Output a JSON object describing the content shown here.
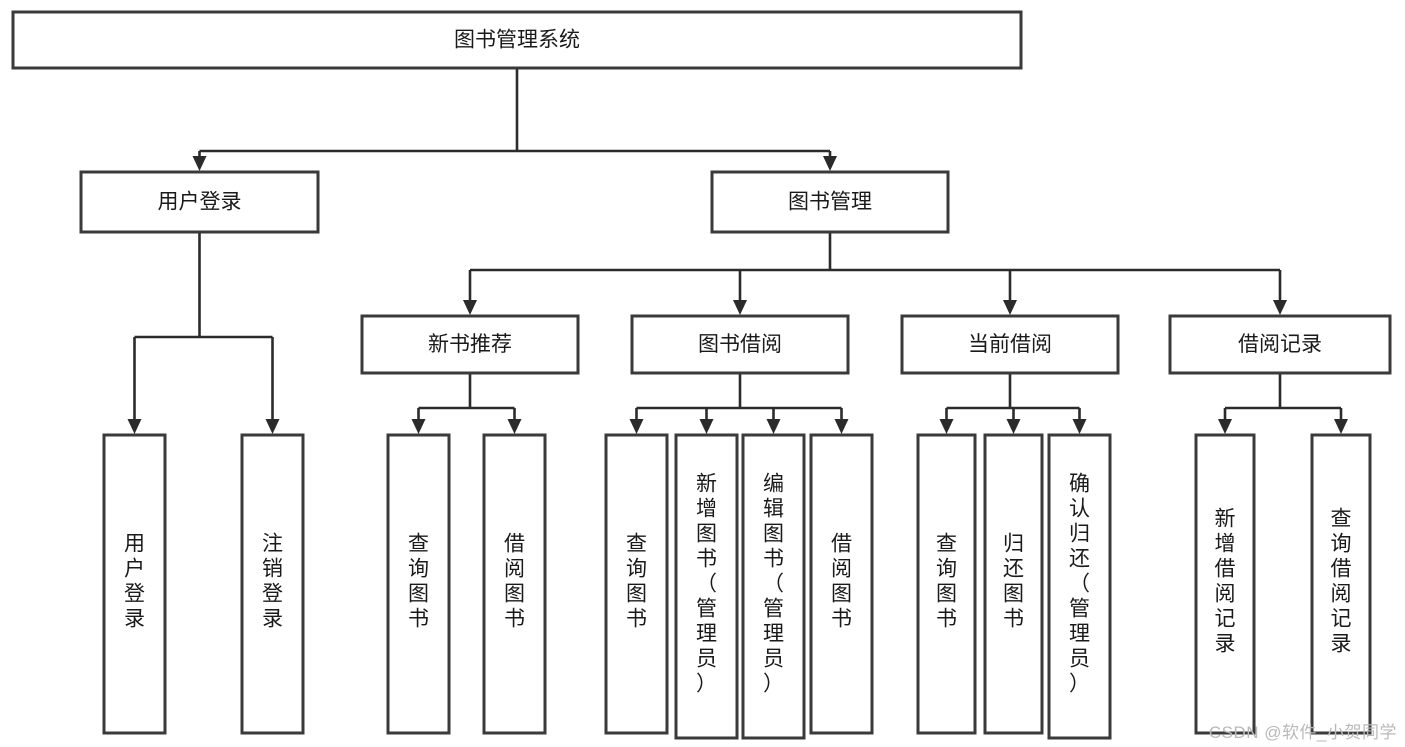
{
  "diagram": {
    "type": "tree",
    "title": "图书管理系统",
    "orientation": "top-down",
    "edge_style": "orthogonal-arrow",
    "colors": {
      "box_fill": "#ffffff",
      "box_stroke": "#3a3a3a",
      "connector": "#2b2b2b",
      "text": "#1a1a1a",
      "watermark": "#b9b9b9",
      "background": "#ffffff"
    },
    "root": {
      "id": "root",
      "label": "图书管理系统",
      "text_orientation": "horizontal"
    },
    "level2": [
      {
        "id": "user-login",
        "label": "用户登录",
        "text_orientation": "horizontal"
      },
      {
        "id": "book-manage",
        "label": "图书管理",
        "text_orientation": "horizontal"
      }
    ],
    "level3": [
      {
        "id": "new-book-recommend",
        "label": "新书推荐",
        "parent": "book-manage",
        "text_orientation": "horizontal"
      },
      {
        "id": "book-borrow",
        "label": "图书借阅",
        "parent": "book-manage",
        "text_orientation": "horizontal"
      },
      {
        "id": "current-borrow",
        "label": "当前借阅",
        "parent": "book-manage",
        "text_orientation": "horizontal"
      },
      {
        "id": "borrow-record",
        "label": "借阅记录",
        "parent": "book-manage",
        "text_orientation": "horizontal"
      }
    ],
    "leaves": [
      {
        "id": "leaf-user-login",
        "label": "用户登录",
        "parent": "user-login",
        "text_orientation": "vertical"
      },
      {
        "id": "leaf-logout",
        "label": "注销登录",
        "parent": "user-login",
        "text_orientation": "vertical"
      },
      {
        "id": "leaf-query-book-1",
        "label": "查询图书",
        "parent": "new-book-recommend",
        "text_orientation": "vertical"
      },
      {
        "id": "leaf-borrow-book-1",
        "label": "借阅图书",
        "parent": "new-book-recommend",
        "text_orientation": "vertical"
      },
      {
        "id": "leaf-query-book-2",
        "label": "查询图书",
        "parent": "book-borrow",
        "text_orientation": "vertical"
      },
      {
        "id": "leaf-add-book",
        "label": "新增图书（管理员）",
        "parent": "book-borrow",
        "text_orientation": "vertical"
      },
      {
        "id": "leaf-edit-book",
        "label": "编辑图书（管理员）",
        "parent": "book-borrow",
        "text_orientation": "vertical"
      },
      {
        "id": "leaf-borrow-book-2",
        "label": "借阅图书",
        "parent": "book-borrow",
        "text_orientation": "vertical"
      },
      {
        "id": "leaf-query-book-3",
        "label": "查询图书",
        "parent": "current-borrow",
        "text_orientation": "vertical"
      },
      {
        "id": "leaf-return-book",
        "label": "归还图书",
        "parent": "current-borrow",
        "text_orientation": "vertical"
      },
      {
        "id": "leaf-confirm-return",
        "label": "确认归还（管理员）",
        "parent": "current-borrow",
        "text_orientation": "vertical"
      },
      {
        "id": "leaf-add-record",
        "label": "新增借阅记录",
        "parent": "borrow-record",
        "text_orientation": "vertical"
      },
      {
        "id": "leaf-query-record",
        "label": "查询借阅记录",
        "parent": "borrow-record",
        "text_orientation": "vertical"
      }
    ]
  },
  "watermark": {
    "text": "CSDN @软件_小贺同学"
  }
}
